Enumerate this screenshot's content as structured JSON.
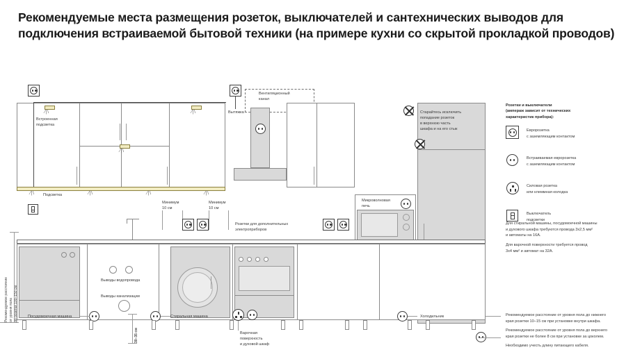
{
  "title": "Рекомендуемые места размещения розеток, выключателей и сантехнических выводов для подключения встраиваемой бытовой техники (на примере кухни со скрытой прокладкой проводов)",
  "diagram": {
    "labels": {
      "built_in_light": "Встроенная\nподсветка",
      "under_light": "Подсветка",
      "hood": "Вытяжка",
      "vent_duct": "Вентиляционный\nканал",
      "minimum_10_a": "Минимум\n10 см",
      "minimum_10_b": "Минимум\n10 см",
      "extra_sockets": "Розетки для дополнительных\nэлектроприборов",
      "microwave": "Микроволновая\nпечь",
      "avoid_note": "Старайтесь исключить\nпопадание розеток\nв верхнюю часть\nшкафа и на его стык",
      "water_outlets": "Выводы водопровода",
      "sewer_outlets": "Выводы канализации",
      "dishwasher": "Посудомоечная машина",
      "washing_machine": "Стиральная машина",
      "cooktop_oven": "Варочная\nповерхность\nи духовой шкаф",
      "fridge": "Холодильник",
      "dim_30_35": "30–35 см",
      "dim_floor_socket": "Рекомендуемое расстояние\nот уровня пола\nдо розетки 100–150 см"
    }
  },
  "legend": {
    "heading": "Розетки и выключатели\n(ампераж зависит от технических\nхарактеристик прибора):",
    "items": [
      {
        "icon": "euro-socket-flush-icon",
        "text": "Евророзетка\nс заземляющим контактом"
      },
      {
        "icon": "euro-socket-built-in-icon",
        "text": "Встраиваемая евророзетка\nс заземляющим контактом"
      },
      {
        "icon": "power-socket-icon",
        "text": "Силовая розетка\nили клеммная колодка"
      },
      {
        "icon": "light-switch-icon",
        "text": "Выключатель\nподсветки"
      }
    ]
  },
  "notes": {
    "wiring": [
      "Для стиральной машины, посудомоечной машины\nи духового шкафа требуются провода 3х2,5 мм²\nи автоматы на 16А.",
      "Для варочной поверхности требуется провод\n3х4 мм² и автомат на 32А."
    ],
    "placement": [
      "Рекомендуемое расстояние от уровня пола до нижнего\nкрая розетки 10–15 см при установке внутри шкафа.",
      "Рекомендуемое расстояние от уровня пола до верхнего\nкрая розетки не более 8 см при установке за цоколем.",
      "Необходимо учесть длину питающего кабеля."
    ]
  },
  "colors": {
    "line": "#8a8a8a",
    "dark": "#3b3b3b",
    "fill": "#d9d9d9",
    "lamp": "#f2ecc2",
    "text": "#3a3a3a"
  }
}
